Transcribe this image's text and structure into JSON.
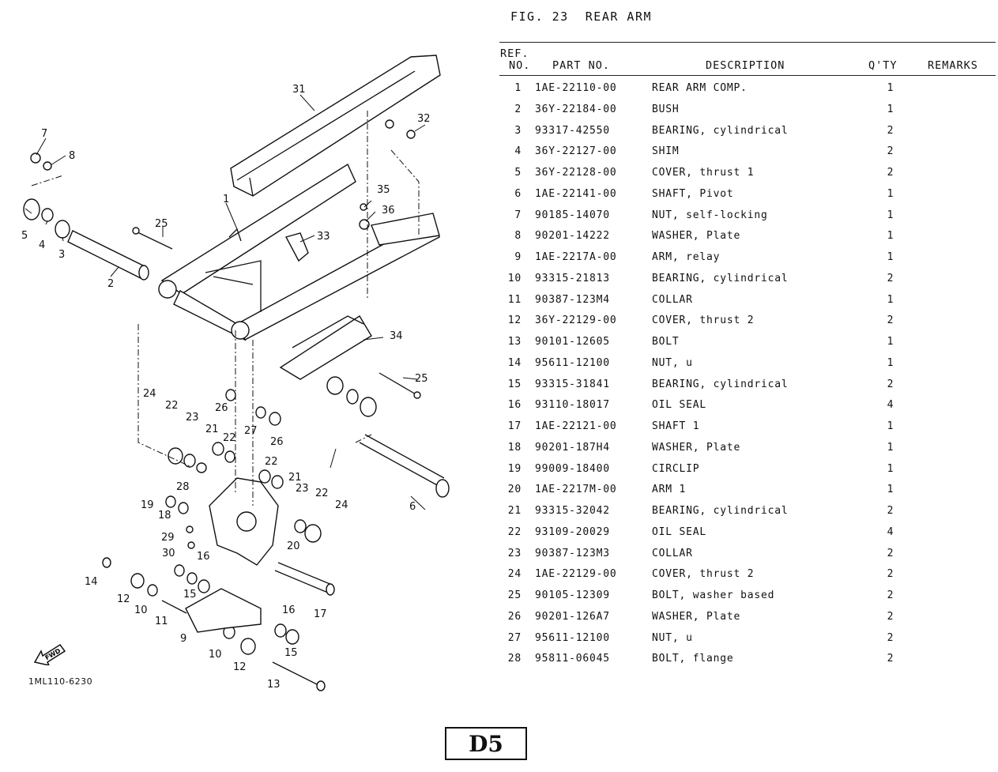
{
  "figure": {
    "title": "FIG. 23  REAR ARM",
    "diagram_code": "1ML110-6230",
    "page_label": "D5",
    "fwd_label": "FWD"
  },
  "table_headers": {
    "ref_line1": "REF.",
    "ref_line2": "NO.",
    "part_no": "PART NO.",
    "description": "DESCRIPTION",
    "qty": "Q'TY",
    "remarks": "REMARKS"
  },
  "parts": [
    {
      "ref": "1",
      "part_no": "1AE-22110-00",
      "description": "REAR ARM COMP.",
      "qty": "1"
    },
    {
      "ref": "2",
      "part_no": "36Y-22184-00",
      "description": "BUSH",
      "qty": "1"
    },
    {
      "ref": "3",
      "part_no": "93317-42550",
      "description": "BEARING, cylindrical",
      "qty": "2"
    },
    {
      "ref": "4",
      "part_no": "36Y-22127-00",
      "description": "SHIM",
      "qty": "2"
    },
    {
      "ref": "5",
      "part_no": "36Y-22128-00",
      "description": "COVER, thrust 1",
      "qty": "2"
    },
    {
      "ref": "6",
      "part_no": "1AE-22141-00",
      "description": "SHAFT, Pivot",
      "qty": "1"
    },
    {
      "ref": "7",
      "part_no": "90185-14070",
      "description": "NUT, self-locking",
      "qty": "1"
    },
    {
      "ref": "8",
      "part_no": "90201-14222",
      "description": "WASHER, Plate",
      "qty": "1"
    },
    {
      "ref": "9",
      "part_no": "1AE-2217A-00",
      "description": "ARM, relay",
      "qty": "1"
    },
    {
      "ref": "10",
      "part_no": "93315-21813",
      "description": "BEARING, cylindrical",
      "qty": "2"
    },
    {
      "ref": "11",
      "part_no": "90387-123M4",
      "description": "COLLAR",
      "qty": "1"
    },
    {
      "ref": "12",
      "part_no": "36Y-22129-00",
      "description": "COVER, thrust 2",
      "qty": "2"
    },
    {
      "ref": "13",
      "part_no": "90101-12605",
      "description": "BOLT",
      "qty": "1"
    },
    {
      "ref": "14",
      "part_no": "95611-12100",
      "description": "NUT, u",
      "qty": "1"
    },
    {
      "ref": "15",
      "part_no": "93315-31841",
      "description": "BEARING, cylindrical",
      "qty": "2"
    },
    {
      "ref": "16",
      "part_no": "93110-18017",
      "description": "OIL SEAL",
      "qty": "4"
    },
    {
      "ref": "17",
      "part_no": "1AE-22121-00",
      "description": "SHAFT 1",
      "qty": "1"
    },
    {
      "ref": "18",
      "part_no": "90201-187H4",
      "description": "WASHER, Plate",
      "qty": "1"
    },
    {
      "ref": "19",
      "part_no": "99009-18400",
      "description": "CIRCLIP",
      "qty": "1"
    },
    {
      "ref": "20",
      "part_no": "1AE-2217M-00",
      "description": "ARM 1",
      "qty": "1"
    },
    {
      "ref": "21",
      "part_no": "93315-32042",
      "description": "BEARING, cylindrical",
      "qty": "2"
    },
    {
      "ref": "22",
      "part_no": "93109-20029",
      "description": "OIL SEAL",
      "qty": "4"
    },
    {
      "ref": "23",
      "part_no": "90387-123M3",
      "description": "COLLAR",
      "qty": "2"
    },
    {
      "ref": "24",
      "part_no": "1AE-22129-00",
      "description": "COVER, thrust 2",
      "qty": "2"
    },
    {
      "ref": "25",
      "part_no": "90105-12309",
      "description": "BOLT, washer based",
      "qty": "2"
    },
    {
      "ref": "26",
      "part_no": "90201-126A7",
      "description": "WASHER, Plate",
      "qty": "2"
    },
    {
      "ref": "27",
      "part_no": "95611-12100",
      "description": "NUT, u",
      "qty": "2"
    },
    {
      "ref": "28",
      "part_no": "95811-06045",
      "description": "BOLT, flange",
      "qty": "2"
    }
  ],
  "callouts": [
    "1",
    "2",
    "3",
    "4",
    "5",
    "6",
    "7",
    "8",
    "9",
    "10",
    "11",
    "12",
    "13",
    "14",
    "15",
    "16",
    "17",
    "18",
    "19",
    "20",
    "21",
    "22",
    "23",
    "24",
    "25",
    "26",
    "27",
    "28",
    "29",
    "30",
    "31",
    "32",
    "33",
    "34",
    "35",
    "36"
  ]
}
